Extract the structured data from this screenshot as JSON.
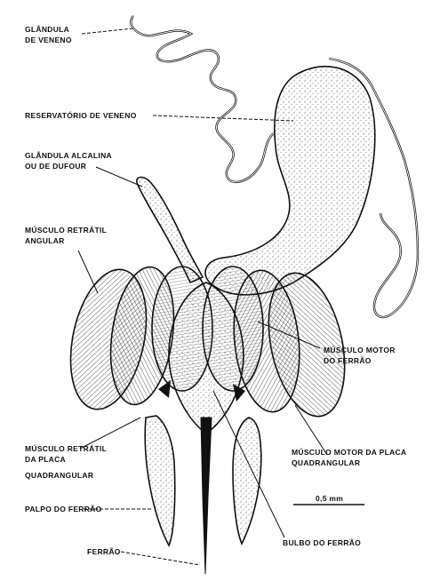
{
  "labels": {
    "glandula_veneno": [
      "GLÂNDULA",
      "DE VENENO"
    ],
    "reservatorio": "RESERVATÓRIO DE VENENO",
    "glandula_alcalina": [
      "GLÂNDULA ALCALINA",
      "OU DE DUFOUR"
    ],
    "musculo_retratil_angular": [
      "MÚSCULO RETRÁTIL",
      "ANGULAR"
    ],
    "musculo_motor_ferrao": [
      "MÚSCULO MOTOR",
      "DO FERRÃO"
    ],
    "musculo_retratil_placa": [
      "MÚSCULO RETRÁTIL",
      "DA PLACA",
      "QUADRANGULAR"
    ],
    "musculo_motor_placa": [
      "MÚSCULO MOTOR DA PLACA",
      "QUADRANGULAR"
    ],
    "scale": "0,5 mm",
    "palpo": "PALPO DO FERRÃO",
    "ferrao": "FERRÃO",
    "bulbo": "BULBO DO FERRÃO"
  },
  "colors": {
    "ink": "#111111",
    "stipple": "#555555",
    "background": "#ffffff"
  }
}
